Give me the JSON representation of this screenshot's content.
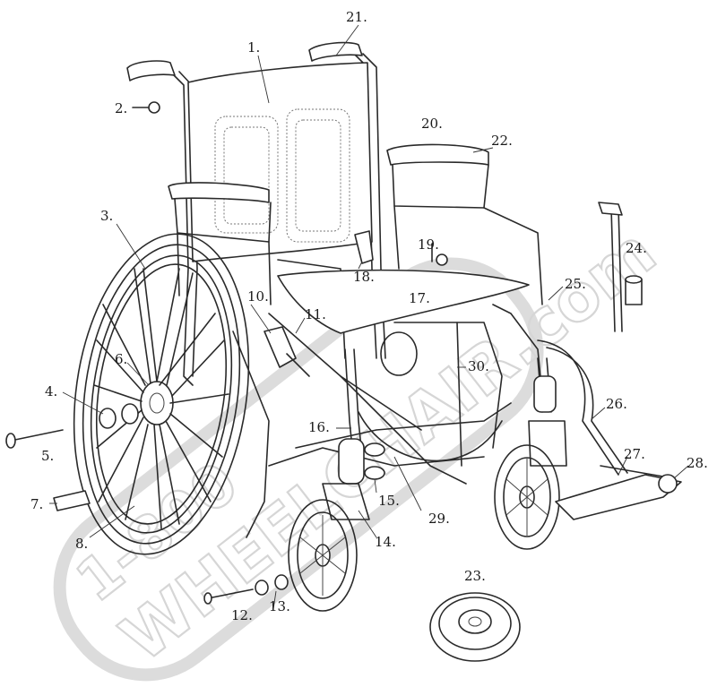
{
  "watermark": {
    "line1": "1-800",
    "line2": "WHEELCHAIR.com"
  },
  "callouts": [
    {
      "id": "1",
      "text": "1."
    },
    {
      "id": "2",
      "text": "2."
    },
    {
      "id": "3",
      "text": "3."
    },
    {
      "id": "4",
      "text": "4."
    },
    {
      "id": "5",
      "text": "5."
    },
    {
      "id": "6",
      "text": "6."
    },
    {
      "id": "7",
      "text": "7."
    },
    {
      "id": "8",
      "text": "8."
    },
    {
      "id": "10",
      "text": "10."
    },
    {
      "id": "11",
      "text": "11."
    },
    {
      "id": "12",
      "text": "12."
    },
    {
      "id": "13",
      "text": "13."
    },
    {
      "id": "14",
      "text": "14."
    },
    {
      "id": "15",
      "text": "15."
    },
    {
      "id": "16",
      "text": "16."
    },
    {
      "id": "17",
      "text": "17."
    },
    {
      "id": "18",
      "text": "18."
    },
    {
      "id": "19",
      "text": "19."
    },
    {
      "id": "20",
      "text": "20."
    },
    {
      "id": "21",
      "text": "21."
    },
    {
      "id": "22",
      "text": "22."
    },
    {
      "id": "23",
      "text": "23."
    },
    {
      "id": "24",
      "text": "24."
    },
    {
      "id": "25",
      "text": "25."
    },
    {
      "id": "26",
      "text": "26."
    },
    {
      "id": "27",
      "text": "27."
    },
    {
      "id": "28",
      "text": "28."
    },
    {
      "id": "29",
      "text": "29."
    },
    {
      "id": "30",
      "text": "30."
    }
  ]
}
